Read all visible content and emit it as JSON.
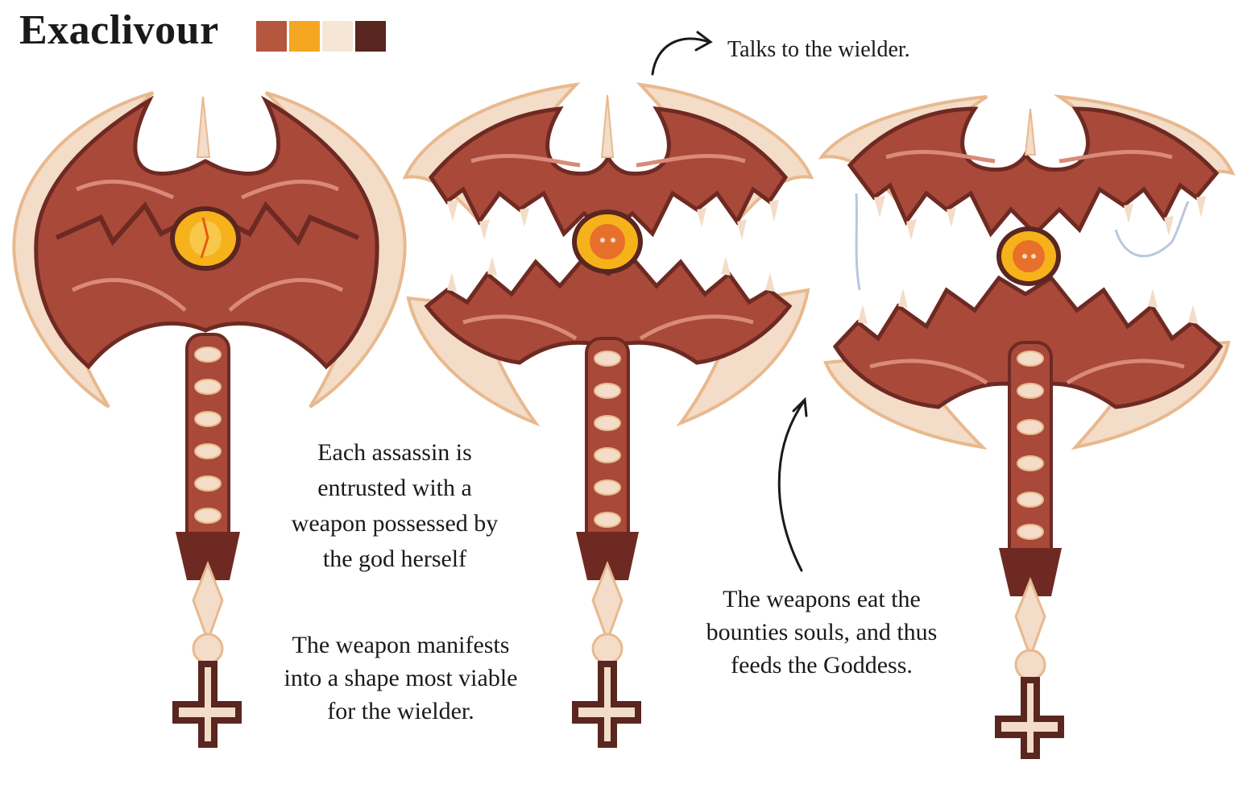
{
  "title": "Exaclivour",
  "palette": [
    "#b5563f",
    "#f5a623",
    "#f5e6d6",
    "#5a2620"
  ],
  "notes": {
    "talks": "Talks to the wielder.",
    "assassin": [
      "Each assassin is",
      "entrusted with a",
      "weapon possessed by",
      "the god herself"
    ],
    "manifest": [
      "The weapon manifests",
      "into a shape most viable",
      "for the wielder."
    ],
    "eat": [
      "The weapons eat the",
      "bounties souls, and thus",
      "feeds the Goddess."
    ]
  },
  "colors": {
    "flesh": "#a8493a",
    "flesh_dark": "#6e2a22",
    "flesh_light": "#d98a78",
    "bone": "#f3dcc8",
    "bone_edge": "#e8b98e",
    "eye": "#f6b21a",
    "eye_core": "#e85a12"
  }
}
